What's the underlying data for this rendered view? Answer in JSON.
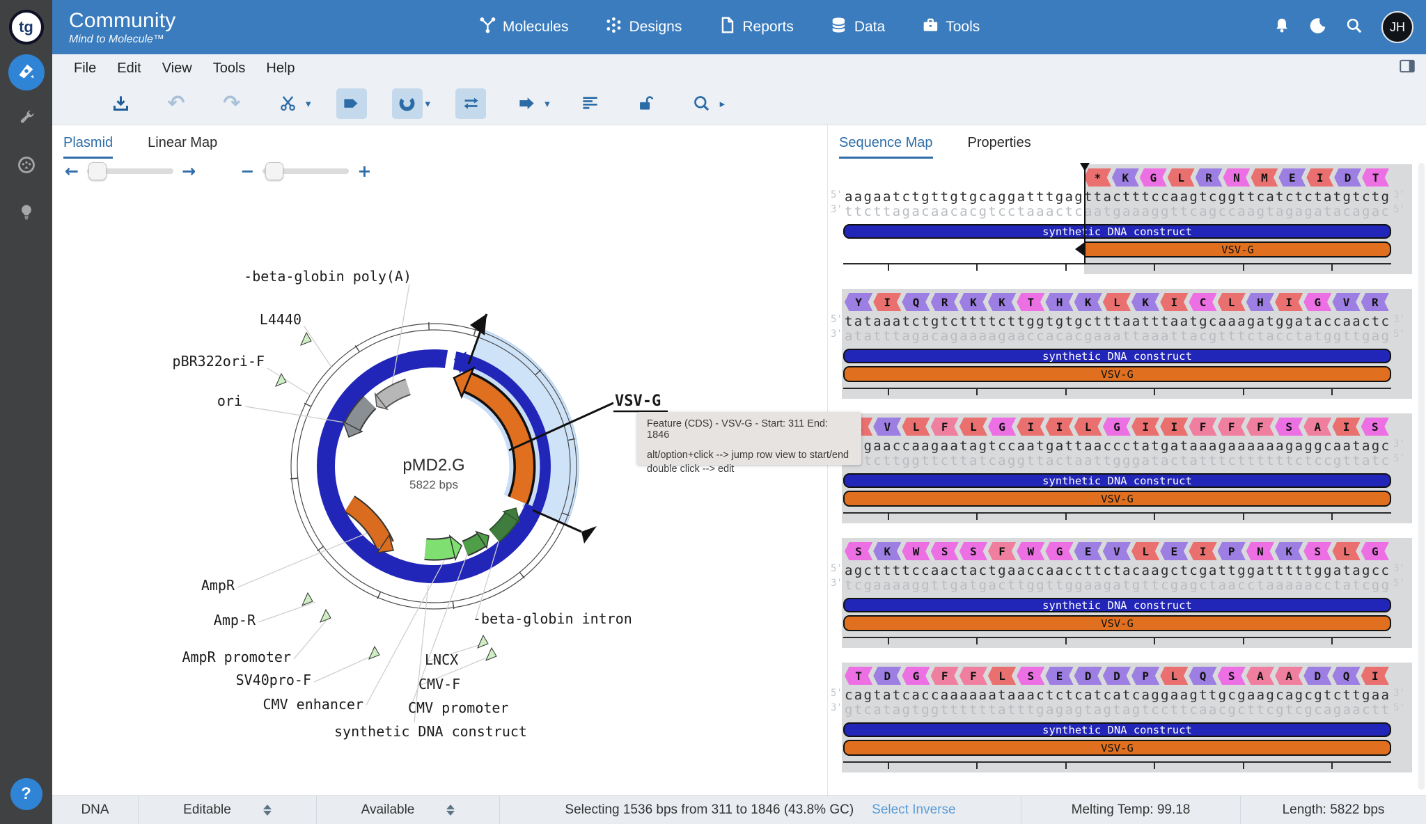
{
  "header": {
    "logo": "tg",
    "title": "Community",
    "subtitle": "Mind to Molecule™",
    "nav": [
      {
        "label": "Molecules",
        "icon": "molecule-icon"
      },
      {
        "label": "Designs",
        "icon": "network-icon"
      },
      {
        "label": "Reports",
        "icon": "document-icon"
      },
      {
        "label": "Data",
        "icon": "database-icon"
      },
      {
        "label": "Tools",
        "icon": "briefcase-icon"
      }
    ],
    "avatar_initials": "JH",
    "action_icons": [
      "bell-icon",
      "moon-icon",
      "search-icon"
    ]
  },
  "menu": {
    "items": [
      "File",
      "Edit",
      "View",
      "Tools",
      "Help"
    ]
  },
  "toolbar": {
    "icons": [
      "download-icon",
      "undo-icon",
      "redo-icon",
      "cut-icon",
      "feature-tag-icon",
      "circular-view-icon",
      "reverse-complement-icon",
      "orf-arrow-icon",
      "align-lines-icon",
      "unlock-icon",
      "find-icon"
    ],
    "undo_glyph": "↶",
    "redo_glyph": "↷"
  },
  "view_tabs": {
    "plasmid": "Plasmid",
    "linear": "Linear Map",
    "active": "Plasmid"
  },
  "plasmid": {
    "name": "pMD2.G",
    "size": "5822 bps",
    "labels": [
      "-beta-globin poly(A)",
      "L4440",
      "pBR322ori-F",
      "ori",
      "VSV-G",
      "AmpR",
      "Amp-R",
      "AmpR promoter",
      "SV40pro-F",
      "CMV enhancer",
      "synthetic DNA construct",
      "LNCX",
      "CMV-F",
      "CMV promoter",
      "-beta-globin intron"
    ],
    "colors": {
      "backbone": "#2226b8",
      "selected_feature": "#e0701f",
      "selection_halo": "#cfe3f8"
    }
  },
  "tooltip": {
    "title": "Feature (CDS) - VSV-G - Start: 311 End: 1846",
    "hint1": "alt/option+click --> jump row view to start/end",
    "hint2": "double click --> edit"
  },
  "sequence_panel": {
    "tabs": [
      "Sequence Map",
      "Properties"
    ],
    "active_tab": "Sequence Map",
    "construct_label": "synthetic DNA construct",
    "feature_label": "VSV-G",
    "five_prime": "5'",
    "three_prime": "3'",
    "aa_palette": {
      "red": "#ea7070",
      "purple": "#9d7ee2",
      "magenta": "#ec6fe3",
      "pink": "#f07f9f"
    },
    "aa_colors": {
      "*": "red",
      "K": "purple",
      "G": "magenta",
      "L": "red",
      "R": "purple",
      "N": "magenta",
      "M": "red",
      "E": "purple",
      "I": "red",
      "D": "purple",
      "T": "magenta",
      "Y": "purple",
      "Q": "purple",
      "H": "purple",
      "C": "magenta",
      "V": "purple",
      "S": "magenta",
      "W": "magenta",
      "F": "pink",
      "P": "purple",
      "A": "pink"
    },
    "rows": [
      {
        "partial": true,
        "aa": [
          "*",
          "K",
          "G",
          "L",
          "R",
          "N",
          "M",
          "E",
          "I",
          "D",
          "T"
        ],
        "top": "aagaatctgttgtgcaggatttgagttactttccaagtcggttcatctctatgtctg",
        "bottom": "ttcttagacaacacgtcctaaactcaatgaaaggttcagccaagtagagatacagac"
      },
      {
        "aa": [
          "Y",
          "I",
          "Q",
          "R",
          "K",
          "K",
          "T",
          "H",
          "K",
          "L",
          "K",
          "I",
          "C",
          "L",
          "H",
          "I",
          "G",
          "V",
          "R"
        ],
        "top": "tataaatctgtcttttcttggtgtgctttaatttaatgcaaagatggataccaactc",
        "bottom": "atatttagacagaaaagaaccacacgaaattaaattacgtttctacctatggttgag"
      },
      {
        "aa": [
          "L",
          "V",
          "L",
          "F",
          "L",
          "G",
          "I",
          "I",
          "L",
          "G",
          "I",
          "I",
          "F",
          "F",
          "F",
          "S",
          "A",
          "I",
          "S"
        ],
        "top": "gagaaccaagaatagtccaatgattaaccctatgataaagaaaaaagaggcaatagc",
        "bottom": "cctcttggttcttatcaggttactaattgggatactatttcttttttctccgttatc"
      },
      {
        "aa": [
          "S",
          "K",
          "W",
          "S",
          "S",
          "F",
          "W",
          "G",
          "E",
          "V",
          "L",
          "E",
          "I",
          "P",
          "N",
          "K",
          "S",
          "L",
          "G"
        ],
        "top": "agcttttccaactactgaaccaaccttctacaagctcgattggatttttggatagcc",
        "bottom": "tcgaaaaggttgatgacttggttggaagatgttcgagctaacctaaaaacctatcgg"
      },
      {
        "aa": [
          "T",
          "D",
          "G",
          "F",
          "F",
          "L",
          "S",
          "E",
          "D",
          "D",
          "P",
          "L",
          "Q",
          "S",
          "A",
          "A",
          "D",
          "Q",
          "I"
        ],
        "top": "cagtatcaccaaaaaataaactctcatcatcaggaagttgcgaagcagcgtcttgaa",
        "bottom": "gtcatagtggttttttatttgagagtagtagtccttcaacgcttcgtcgcagaactt"
      }
    ]
  },
  "status_bar": {
    "molecule_type": "DNA",
    "edit_status": "Editable",
    "availability": "Available",
    "selection_text": "Selecting 1536 bps from 311 to 1846 (43.8% GC)",
    "select_inverse": "Select Inverse",
    "melting_temp": "Melting Temp: 99.18",
    "length": "Length: 5822 bps"
  },
  "sidebar": {
    "icons": [
      "pen-tool-icon",
      "wrench-icon",
      "gauge-icon",
      "bulb-icon"
    ],
    "help": "?"
  }
}
